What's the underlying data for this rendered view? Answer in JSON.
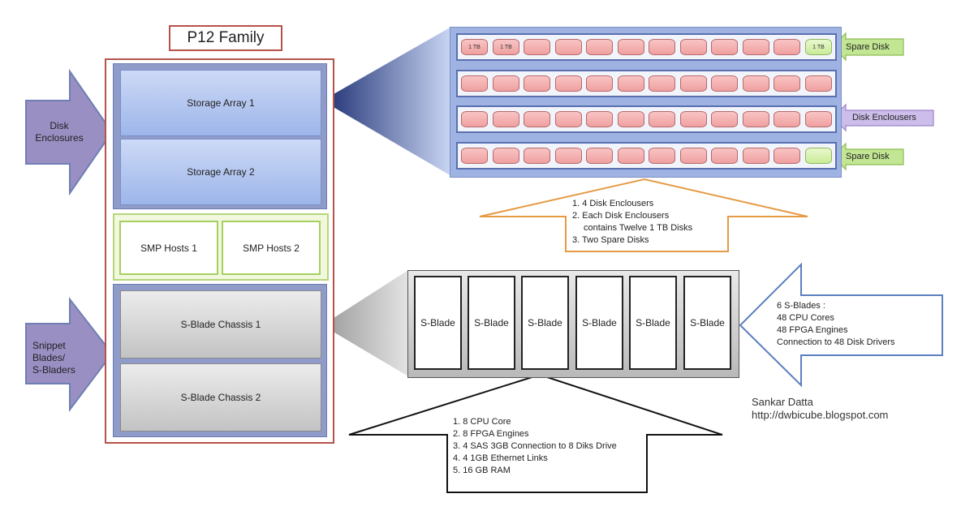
{
  "family": {
    "title": "P12 Family"
  },
  "storage": {
    "array1": "Storage Array 1",
    "array2": "Storage Array 2"
  },
  "smp": {
    "host1": "SMP Hosts 1",
    "host2": "SMP Hosts 2"
  },
  "chassis": {
    "c1": "S-Blade Chassis 1",
    "c2": "S-Blade Chassis 2"
  },
  "left_arrows": {
    "disk": [
      "Disk",
      "Enclosures"
    ],
    "snippet": [
      "Snippet",
      "Blades/",
      "S-Bladers"
    ]
  },
  "enclosures": {
    "disk_label": "1 TB",
    "spare_label": "1 TB",
    "callouts": {
      "spare_top": "Spare Disk",
      "encl": "Disk Enclousers",
      "spare_bottom": "Spare Disk"
    },
    "notes": [
      "1. 4 Disk Enclousers",
      "2. Each Disk Enclousers",
      "contains  Twelve 1 TB Disks",
      "3. Two Spare Disks"
    ]
  },
  "blades": {
    "labels": [
      "S-Blade",
      "S-Blade",
      "S-Blade",
      "S-Blade",
      "S-Blade",
      "S-Blade"
    ],
    "summary": [
      "6 S-Blades :",
      "48 CPU Cores",
      "48 FPGA Engines",
      "Connection to 48 Disk Drivers"
    ],
    "specs": [
      "1. 8 CPU Core",
      "2. 8 FPGA Engines",
      "3. 4 SAS 3GB Connection to 8 Diks Drive",
      "4. 4 1GB Ethernet Links",
      "5. 16 GB RAM"
    ]
  },
  "credit": {
    "name": "Sankar Datta",
    "url": "http://dwbicube.blogspot.com"
  },
  "colors": {
    "frame": "#b5524a",
    "storage_fill": "#9db6ea",
    "group_fill": "#8f9cc9",
    "smp_border": "#a6d05e",
    "disk": "#f0a0a0",
    "spare_disk": "#c9eb98",
    "callout_green": "#b9e083",
    "callout_purple": "#c8b6e8",
    "orange_arrow": "#e59b45"
  }
}
